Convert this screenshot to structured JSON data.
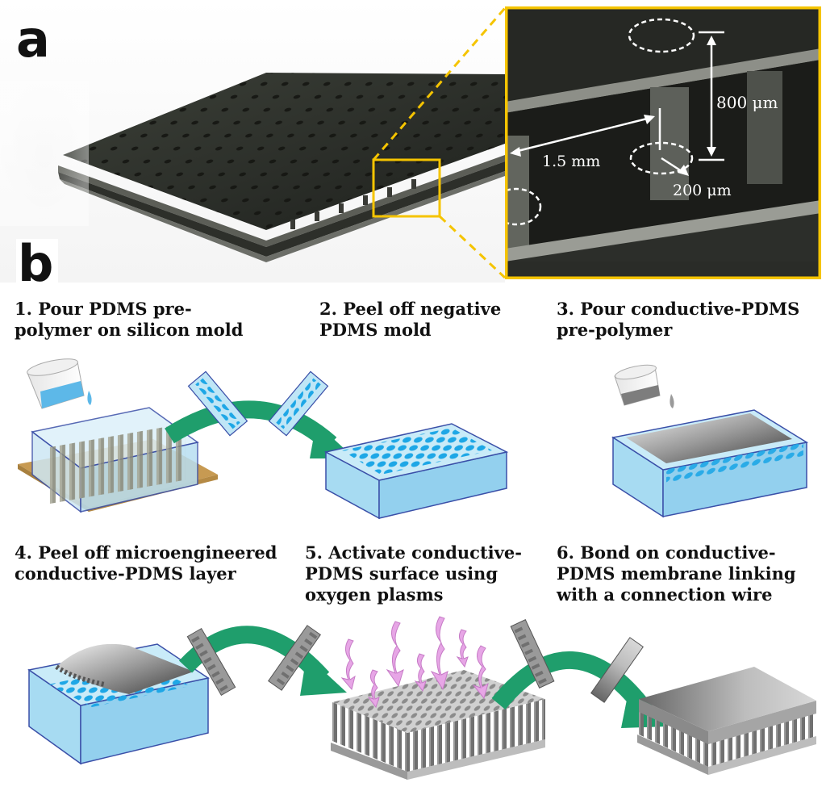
{
  "panel_a": {
    "letter": "a",
    "measurements": {
      "height": "800 μm",
      "spacing": "1.5 mm",
      "diameter": "200 μm"
    }
  },
  "panel_b": {
    "letter": "b",
    "steps": [
      {
        "label": "1. Pour PDMS pre-\npolymer on silicon mold"
      },
      {
        "label": "2. Peel off negative\nPDMS mold"
      },
      {
        "label": "3. Pour conductive-PDMS\npre-polymer"
      },
      {
        "label": "4. Peel off microengineered\nconductive-PDMS layer"
      },
      {
        "label": "5. Activate conductive-\nPDMS surface using\noxygen plasms"
      },
      {
        "label": "6. Bond on conductive-\nPDMS membrane linking\nwith a connection wire"
      }
    ]
  },
  "colors": {
    "highlight": "#f5c400",
    "arrow": "#1f9e6c",
    "pdms_blue": "#8fd3f0",
    "mold": "#c79a52",
    "plasma": "#e7a6e6",
    "conductive": "#7a7a7a"
  }
}
